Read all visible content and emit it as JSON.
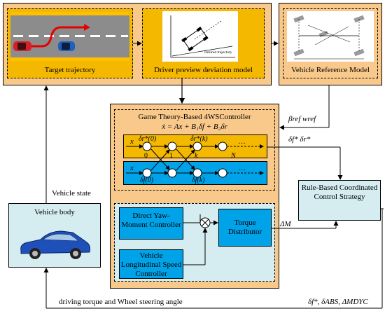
{
  "top_panel": {
    "target_trajectory": "Target trajectory",
    "driver_preview": "Driver preview deviation model",
    "desired_trajectory": "Desired trajectory"
  },
  "vehicle_reference_model": "Vehicle Reference Model",
  "controller": {
    "title": "Game Theory-Based 4WSController",
    "equation": "ẋ = Ax + B₁δf + B₂δr",
    "row1": {
      "x": "x",
      "node0": "δr*(0)",
      "nodek": "δr*(k)",
      "dots": "…"
    },
    "row2": {
      "x": "x",
      "node0": "δf(0)",
      "nodek": "δf(k)",
      "dots": "…"
    },
    "idx0": "0",
    "idx1": "1",
    "idxk": "k",
    "idxN": "N"
  },
  "bottom_panel": {
    "dyc": "Direct Yaw-Moment Controller",
    "torque_distributor": "Torque Distributor",
    "longitudinal": "Vehicle Longitudinal Speed Controller"
  },
  "rule_based": "Rule-Based Coordinated Control Strategy",
  "vehicle_body": "Vehicle body",
  "signals": {
    "beta_w": "βref  wref",
    "delta_star": "δf*  δr*",
    "delta_m": "ΔM",
    "vehicle_state": "Vehicle state",
    "driving_torque": "driving torque and Wheel steering angle",
    "outputs": "δf*, δABS, ΔMDYC"
  },
  "colors": {
    "orange": "#f9c98c",
    "gold": "#f5b800",
    "blue": "#00a2e8",
    "light_blue": "#d5edf1",
    "yellow_lane": "#ffc000"
  }
}
